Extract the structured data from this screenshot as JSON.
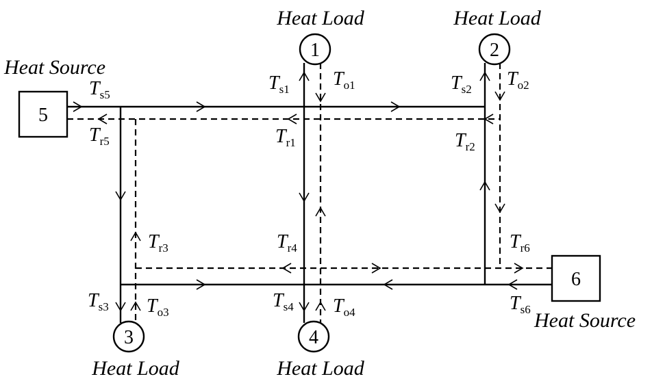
{
  "nodes": [
    {
      "id": "1",
      "label": "1",
      "caption": "Heat Load"
    },
    {
      "id": "2",
      "label": "2",
      "caption": "Heat Load"
    },
    {
      "id": "3",
      "label": "3",
      "caption": "Heat Load"
    },
    {
      "id": "4",
      "label": "4",
      "caption": "Heat Load"
    },
    {
      "id": "5",
      "label": "5",
      "caption": "Heat Source"
    },
    {
      "id": "6",
      "label": "6",
      "caption": "Heat Source"
    }
  ],
  "temperature_labels": [
    {
      "var": "T",
      "sub": "s1"
    },
    {
      "var": "T",
      "sub": "o1"
    },
    {
      "var": "T",
      "sub": "s2"
    },
    {
      "var": "T",
      "sub": "o2"
    },
    {
      "var": "T",
      "sub": "s5"
    },
    {
      "var": "T",
      "sub": "r5"
    },
    {
      "var": "T",
      "sub": "r1"
    },
    {
      "var": "T",
      "sub": "r2"
    },
    {
      "var": "T",
      "sub": "r3"
    },
    {
      "var": "T",
      "sub": "r4"
    },
    {
      "var": "T",
      "sub": "r6"
    },
    {
      "var": "T",
      "sub": "s3"
    },
    {
      "var": "T",
      "sub": "o3"
    },
    {
      "var": "T",
      "sub": "s4"
    },
    {
      "var": "T",
      "sub": "o4"
    },
    {
      "var": "T",
      "sub": "s6"
    }
  ],
  "legend": {
    "supply": "solid",
    "return": "dashed"
  }
}
